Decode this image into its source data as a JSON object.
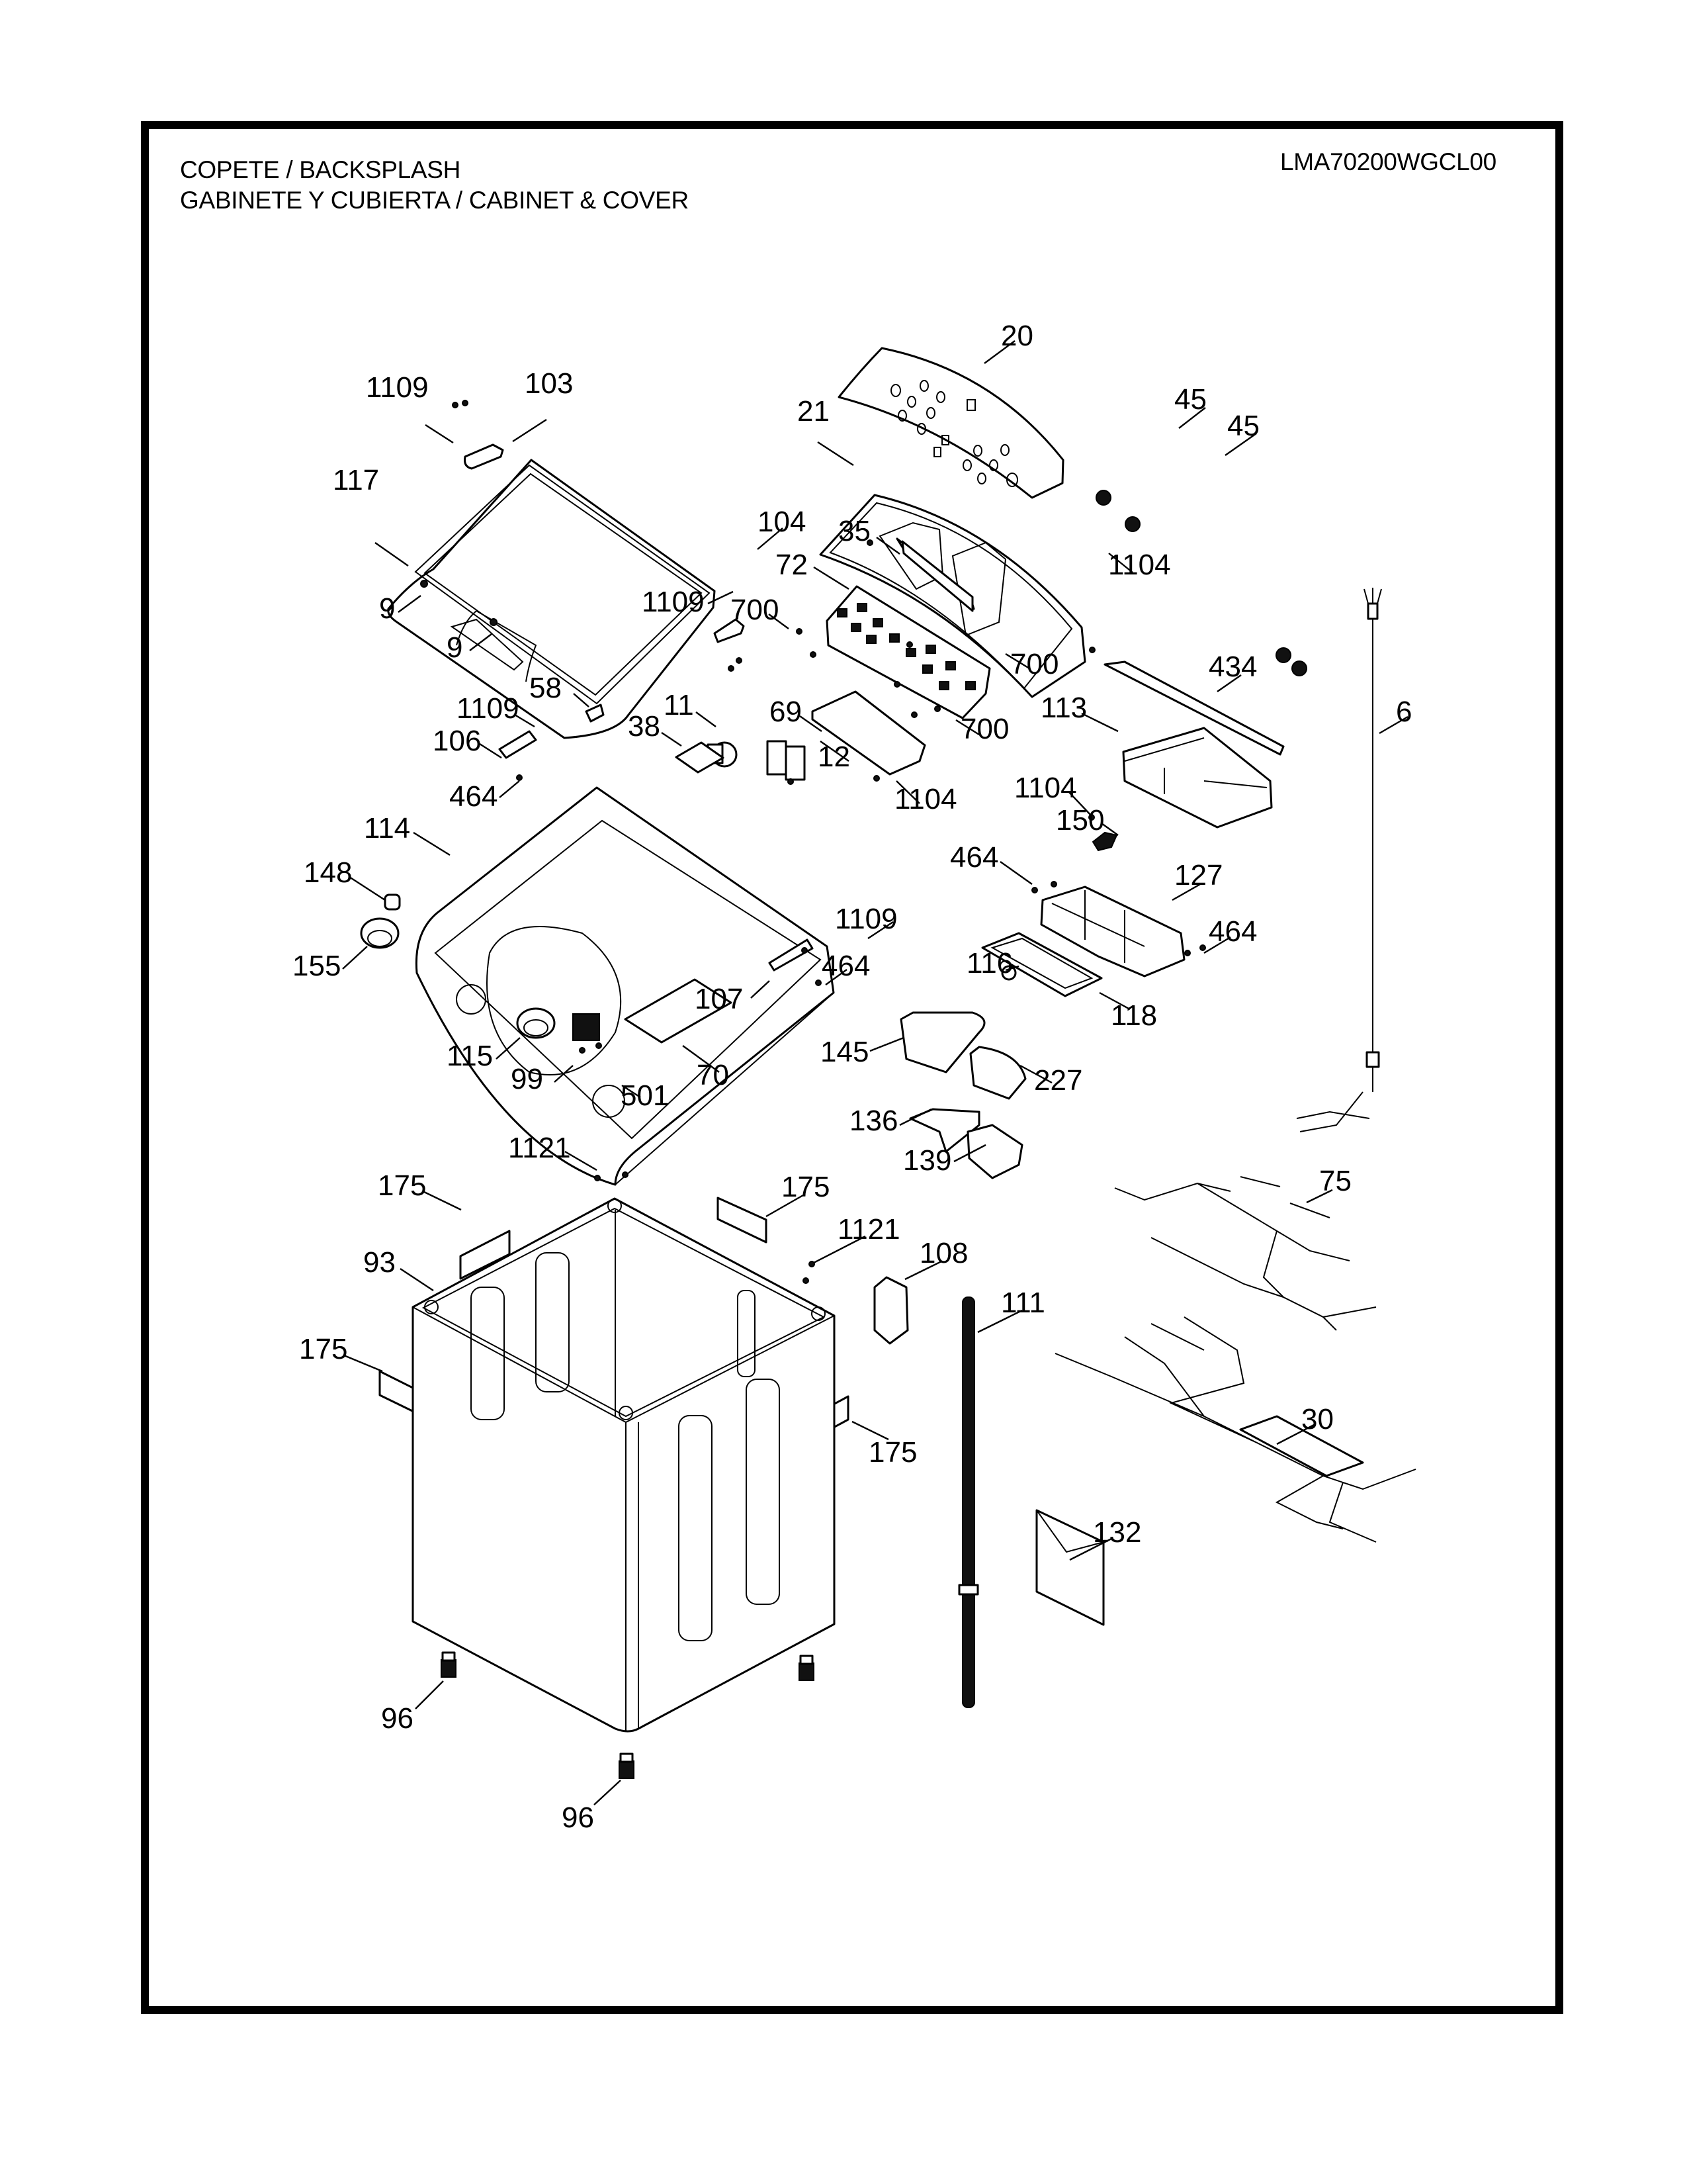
{
  "header": {
    "title_line1": "COPETE / BACKSPLASH",
    "title_line2": "GABINETE Y CUBIERTA / CABINET & COVER",
    "model_number": "LMA70200WGCL00"
  },
  "callouts": [
    {
      "id": "20"
    },
    {
      "id": "1109"
    },
    {
      "id": "103"
    },
    {
      "id": "21"
    },
    {
      "id": "45"
    },
    {
      "id": "45"
    },
    {
      "id": "117"
    },
    {
      "id": "104"
    },
    {
      "id": "35"
    },
    {
      "id": "72"
    },
    {
      "id": "1104"
    },
    {
      "id": "9"
    },
    {
      "id": "1109"
    },
    {
      "id": "700"
    },
    {
      "id": "9"
    },
    {
      "id": "700"
    },
    {
      "id": "434"
    },
    {
      "id": "58"
    },
    {
      "id": "69"
    },
    {
      "id": "11"
    },
    {
      "id": "1109"
    },
    {
      "id": "113"
    },
    {
      "id": "6"
    },
    {
      "id": "700"
    },
    {
      "id": "106"
    },
    {
      "id": "38"
    },
    {
      "id": "12"
    },
    {
      "id": "464"
    },
    {
      "id": "1104"
    },
    {
      "id": "1104"
    },
    {
      "id": "150"
    },
    {
      "id": "114"
    },
    {
      "id": "464"
    },
    {
      "id": "127"
    },
    {
      "id": "148"
    },
    {
      "id": "1109"
    },
    {
      "id": "464"
    },
    {
      "id": "155"
    },
    {
      "id": "116"
    },
    {
      "id": "464"
    },
    {
      "id": "107"
    },
    {
      "id": "118"
    },
    {
      "id": "145"
    },
    {
      "id": "115"
    },
    {
      "id": "99"
    },
    {
      "id": "70"
    },
    {
      "id": "227"
    },
    {
      "id": "501"
    },
    {
      "id": "136"
    },
    {
      "id": "139"
    },
    {
      "id": "1121"
    },
    {
      "id": "175"
    },
    {
      "id": "175"
    },
    {
      "id": "75"
    },
    {
      "id": "1121"
    },
    {
      "id": "108"
    },
    {
      "id": "93"
    },
    {
      "id": "111"
    },
    {
      "id": "175"
    },
    {
      "id": "30"
    },
    {
      "id": "175"
    },
    {
      "id": "132"
    },
    {
      "id": "96"
    },
    {
      "id": "96"
    }
  ]
}
